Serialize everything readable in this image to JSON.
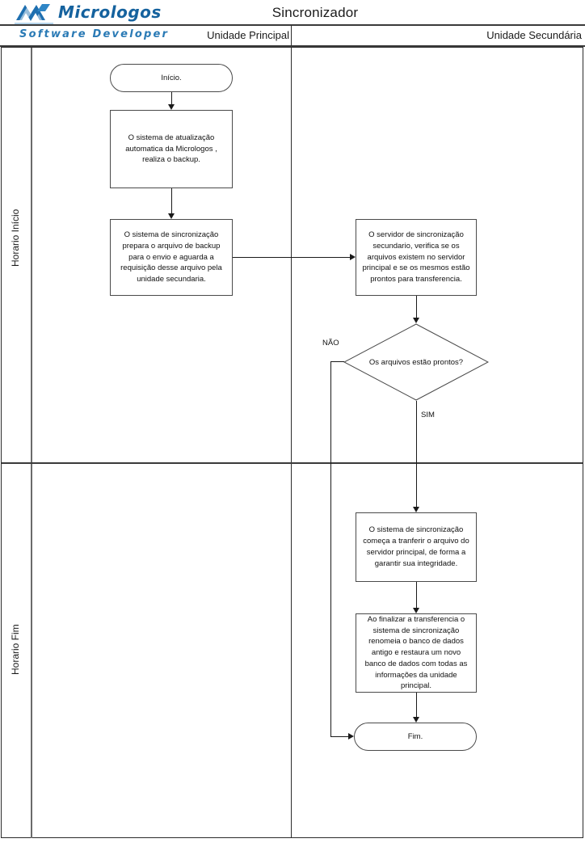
{
  "header": {
    "title": "Sincronizador",
    "logo": {
      "wordmark": "Micrologos",
      "tagline": "Software Developer",
      "mark_icon": "micrologos-m-icon",
      "brand_color": "#15629e",
      "tagline_color": "#2a7ab5"
    },
    "lanes": [
      {
        "id": "principal",
        "label": "Unidade Principal"
      },
      {
        "id": "secundaria",
        "label": "Unidade Secundária"
      }
    ]
  },
  "rows": [
    {
      "id": "inicio",
      "label": "Horario Início"
    },
    {
      "id": "fim",
      "label": "Horario Fim"
    }
  ],
  "flow": {
    "nodes": [
      {
        "id": "start",
        "type": "terminator",
        "lane": "principal",
        "row": "inicio",
        "text": "Início."
      },
      {
        "id": "backup",
        "type": "process",
        "lane": "principal",
        "row": "inicio",
        "text": "O sistema de atualização automatica da Micrologos , realiza o backup."
      },
      {
        "id": "prepara",
        "type": "process",
        "lane": "principal",
        "row": "inicio",
        "text": "O sistema de sincronização prepara o arquivo de backup para o envio e aguarda a requisição desse arquivo pela unidade secundaria."
      },
      {
        "id": "verifica",
        "type": "process",
        "lane": "secundaria",
        "row": "inicio",
        "text": "O servidor de sincronização secundario, verifica se os arquivos existem no servidor principal e se os mesmos estão prontos para transferencia."
      },
      {
        "id": "decisao",
        "type": "decision",
        "lane": "secundaria",
        "row": "inicio",
        "text": "Os arquivos estão prontos?"
      },
      {
        "id": "transfere",
        "type": "process",
        "lane": "secundaria",
        "row": "fim",
        "text": "O sistema de sincronização começa a tranferir o arquivo do servidor principal, de forma a garantir sua integridade."
      },
      {
        "id": "restaura",
        "type": "process",
        "lane": "secundaria",
        "row": "fim",
        "text": "Ao finalizar a transferencia o sistema de sincronização renomeia o banco de dados antigo e restaura um novo banco de dados com todas as informações da unidade principal."
      },
      {
        "id": "end",
        "type": "terminator",
        "lane": "secundaria",
        "row": "fim",
        "text": "Fim."
      }
    ],
    "edges": [
      {
        "id": "e-start-backup",
        "from": "start",
        "to": "backup",
        "label": ""
      },
      {
        "id": "e-backup-prepara",
        "from": "backup",
        "to": "prepara",
        "label": ""
      },
      {
        "id": "e-prepara-verifica",
        "from": "prepara",
        "to": "verifica",
        "label": ""
      },
      {
        "id": "e-verifica-decisao",
        "from": "verifica",
        "to": "decisao",
        "label": ""
      },
      {
        "id": "e-decisao-nao",
        "from": "decisao",
        "to": "end",
        "label": "NÃO"
      },
      {
        "id": "e-decisao-sim",
        "from": "decisao",
        "to": "transfere",
        "label": "SIM"
      },
      {
        "id": "e-transfere-restaura",
        "from": "transfere",
        "to": "restaura",
        "label": ""
      },
      {
        "id": "e-restaura-end",
        "from": "restaura",
        "to": "end",
        "label": ""
      }
    ]
  }
}
